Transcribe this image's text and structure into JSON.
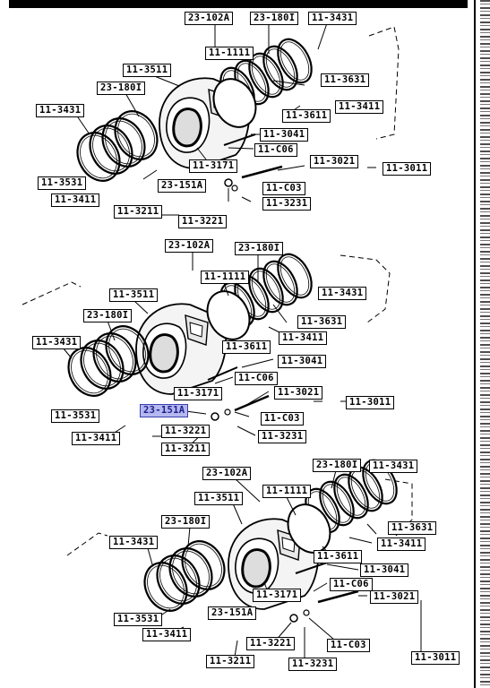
{
  "diagrams": [
    {
      "labels": [
        {
          "text": "23-102A"
        },
        {
          "text": "23-180I"
        },
        {
          "text": "11-3431"
        },
        {
          "text": "11-1111"
        },
        {
          "text": "11-3511"
        },
        {
          "text": "23-180I"
        },
        {
          "text": "11-3631"
        },
        {
          "text": "11-3431"
        },
        {
          "text": "11-3411"
        },
        {
          "text": "11-3611"
        },
        {
          "text": "11-3041"
        },
        {
          "text": "11-C06"
        },
        {
          "text": "11-3171"
        },
        {
          "text": "11-3021"
        },
        {
          "text": "11-3011"
        },
        {
          "text": "11-3531"
        },
        {
          "text": "23-151A"
        },
        {
          "text": "11-C03"
        },
        {
          "text": "11-3411"
        },
        {
          "text": "11-3231"
        },
        {
          "text": "11-3211"
        },
        {
          "text": "11-3221"
        }
      ]
    },
    {
      "labels": [
        {
          "text": "23-102A"
        },
        {
          "text": "23-180I"
        },
        {
          "text": "11-1111"
        },
        {
          "text": "11-3431"
        },
        {
          "text": "11-3511"
        },
        {
          "text": "23-180I"
        },
        {
          "text": "11-3631"
        },
        {
          "text": "11-3431"
        },
        {
          "text": "11-3611"
        },
        {
          "text": "11-3411"
        },
        {
          "text": "11-3041"
        },
        {
          "text": "11-C06"
        },
        {
          "text": "11-3171"
        },
        {
          "text": "11-3021"
        },
        {
          "text": "11-3011"
        },
        {
          "text": "23-151A",
          "highlight": true
        },
        {
          "text": "11-3531"
        },
        {
          "text": "11-3221"
        },
        {
          "text": "11-C03"
        },
        {
          "text": "11-3411"
        },
        {
          "text": "11-3231"
        },
        {
          "text": "11-3211"
        }
      ]
    },
    {
      "labels": [
        {
          "text": "23-102A"
        },
        {
          "text": "23-180I"
        },
        {
          "text": "11-3431"
        },
        {
          "text": "11-3511"
        },
        {
          "text": "11-1111"
        },
        {
          "text": "23-180I"
        },
        {
          "text": "11-3631"
        },
        {
          "text": "11-3431"
        },
        {
          "text": "11-3411"
        },
        {
          "text": "11-3611"
        },
        {
          "text": "11-3041"
        },
        {
          "text": "11-C06"
        },
        {
          "text": "11-3171"
        },
        {
          "text": "11-3021"
        },
        {
          "text": "11-3531"
        },
        {
          "text": "23-151A"
        },
        {
          "text": "11-3411"
        },
        {
          "text": "11-3221"
        },
        {
          "text": "11-C03"
        },
        {
          "text": "11-3211"
        },
        {
          "text": "11-3231"
        },
        {
          "text": "11-3011"
        }
      ]
    }
  ],
  "highlight_color": "#b5b8ee"
}
